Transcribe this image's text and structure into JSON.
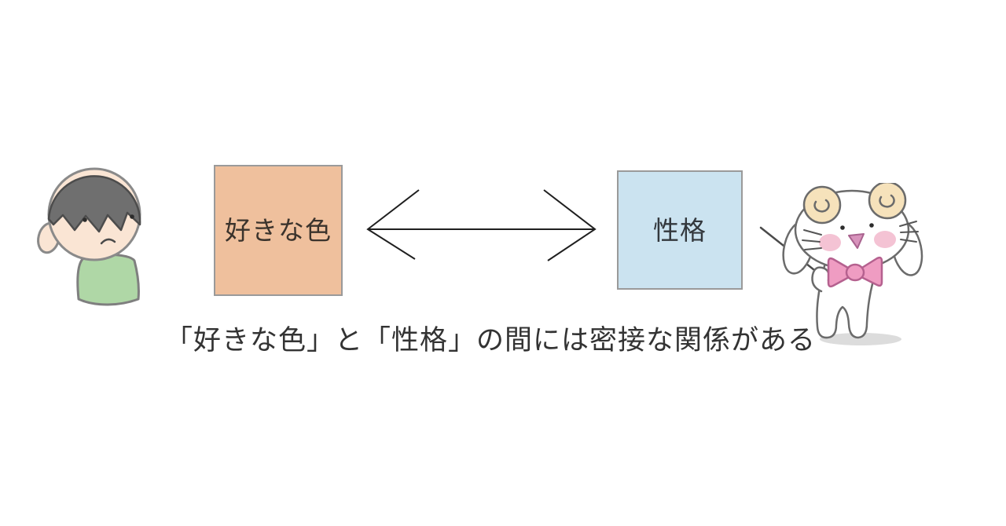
{
  "diagram": {
    "caption": "「好きな色」と「性格」の間には密接な関係がある",
    "left_box": {
      "label": "好きな色",
      "fill": "#EFC09D",
      "border": "#9a9a9a",
      "text_color": "#3b332c"
    },
    "right_box": {
      "label": "性格",
      "fill": "#CBE3F0",
      "border": "#9a9a9a",
      "text_color": "#33383d"
    },
    "arrow": {
      "style": "double-headed",
      "color": "#1f1f1f"
    },
    "characters": {
      "left": {
        "name": "boy",
        "skin_color": "#FAE5D4",
        "hair_color": "#6f6f6f",
        "shirt_color": "#AFD7A6"
      },
      "right": {
        "name": "hamster-with-pointer",
        "body_color": "#ffffff",
        "ear_color": "#F6E2BB",
        "bow_color": "#EF9CC2",
        "blush_color": "#F4C3D4",
        "nose_color": "#D893BC"
      }
    }
  }
}
